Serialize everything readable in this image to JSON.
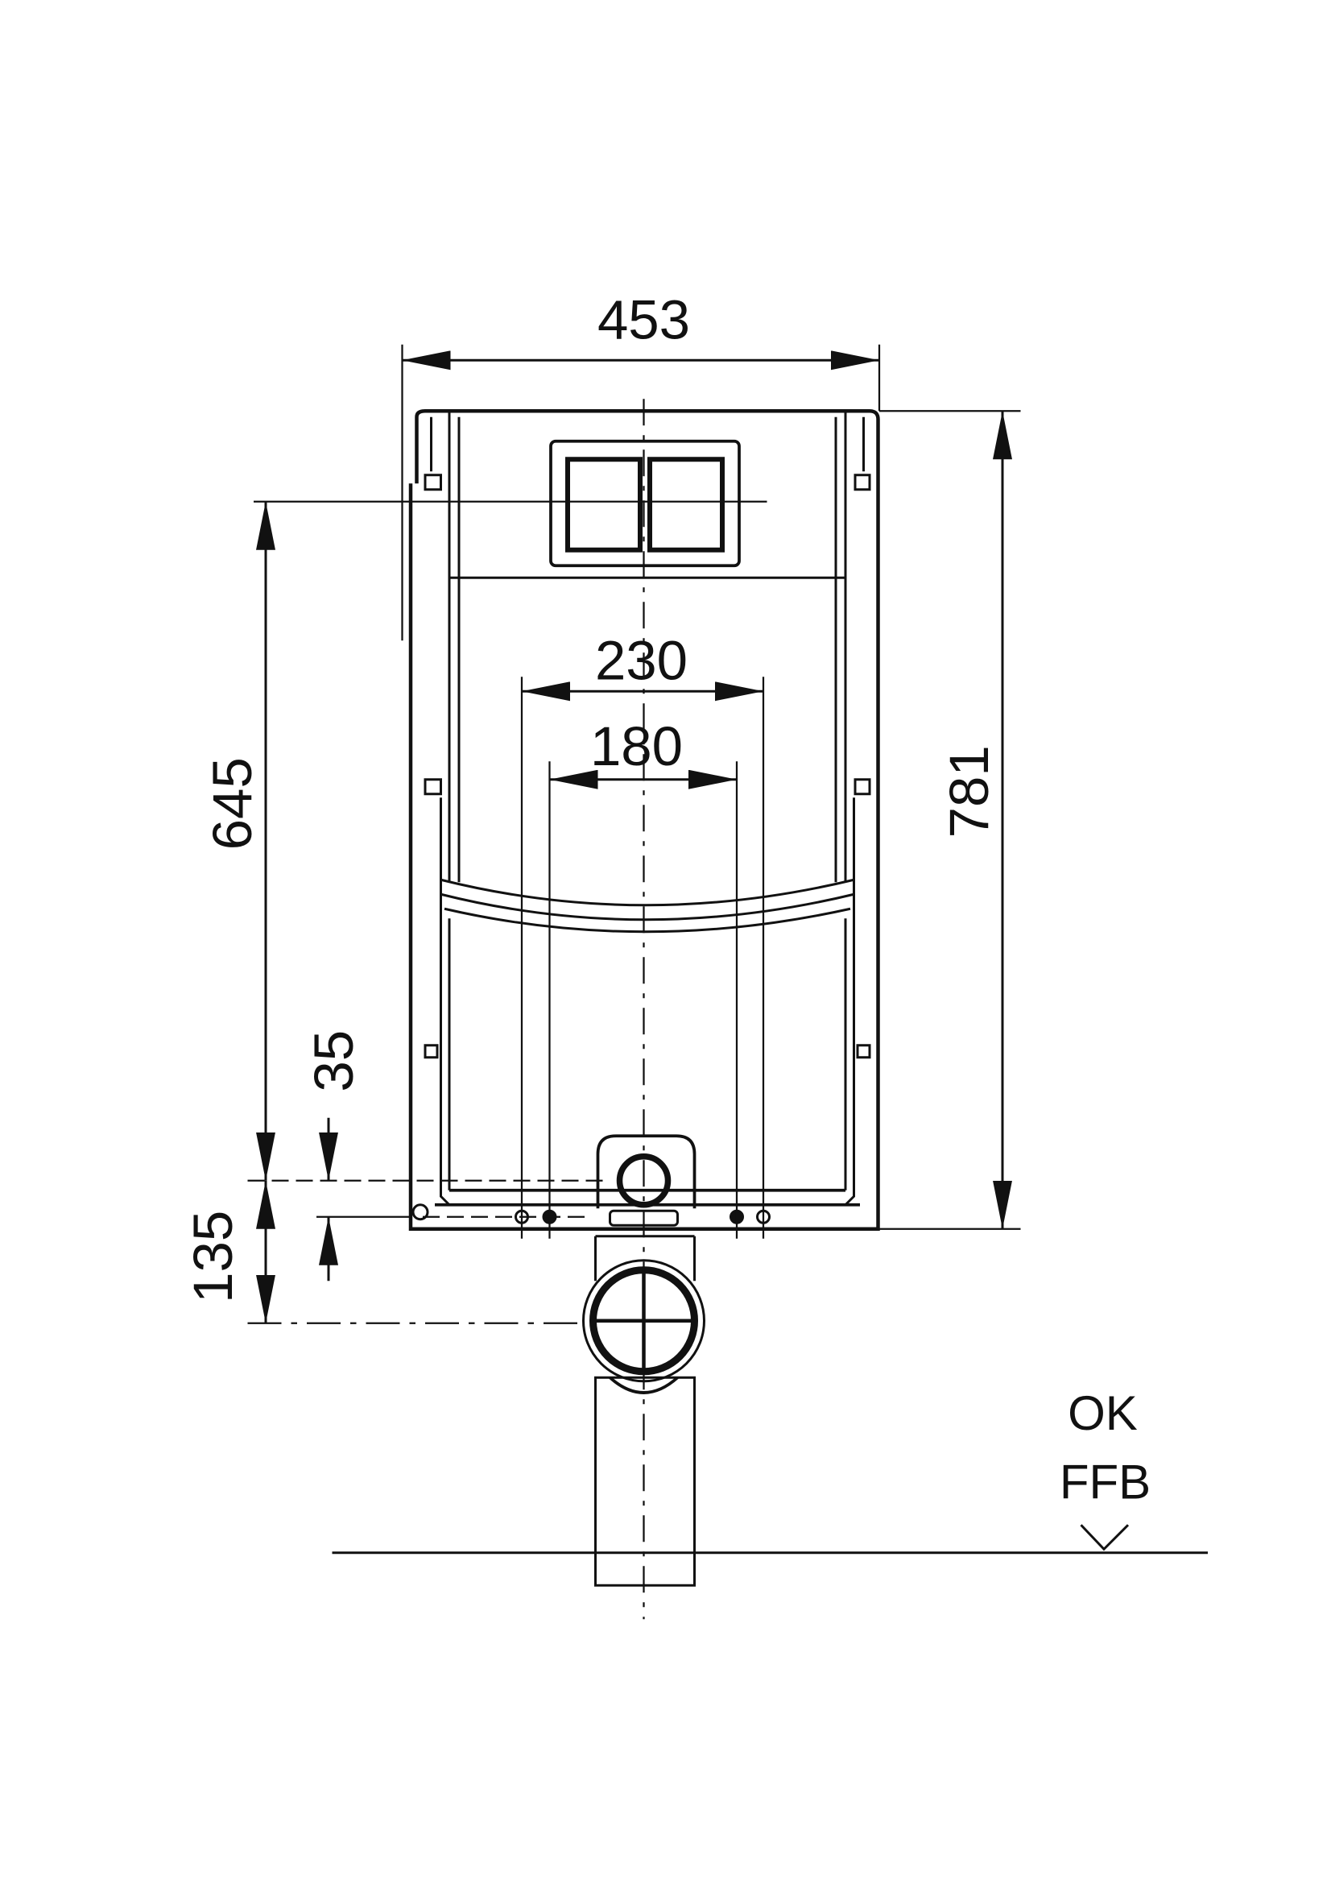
{
  "dimensions": {
    "width_total": "453",
    "height_total": "781",
    "flush_plate_height": "645",
    "fixing_spacing_outer": "230",
    "fixing_spacing_inner": "180",
    "supply_offset": "35",
    "drain_height": "135"
  },
  "floor_label": {
    "line1": "OK",
    "line2": "FFB"
  },
  "colors": {
    "ink": "#111111",
    "background": "#ffffff"
  }
}
